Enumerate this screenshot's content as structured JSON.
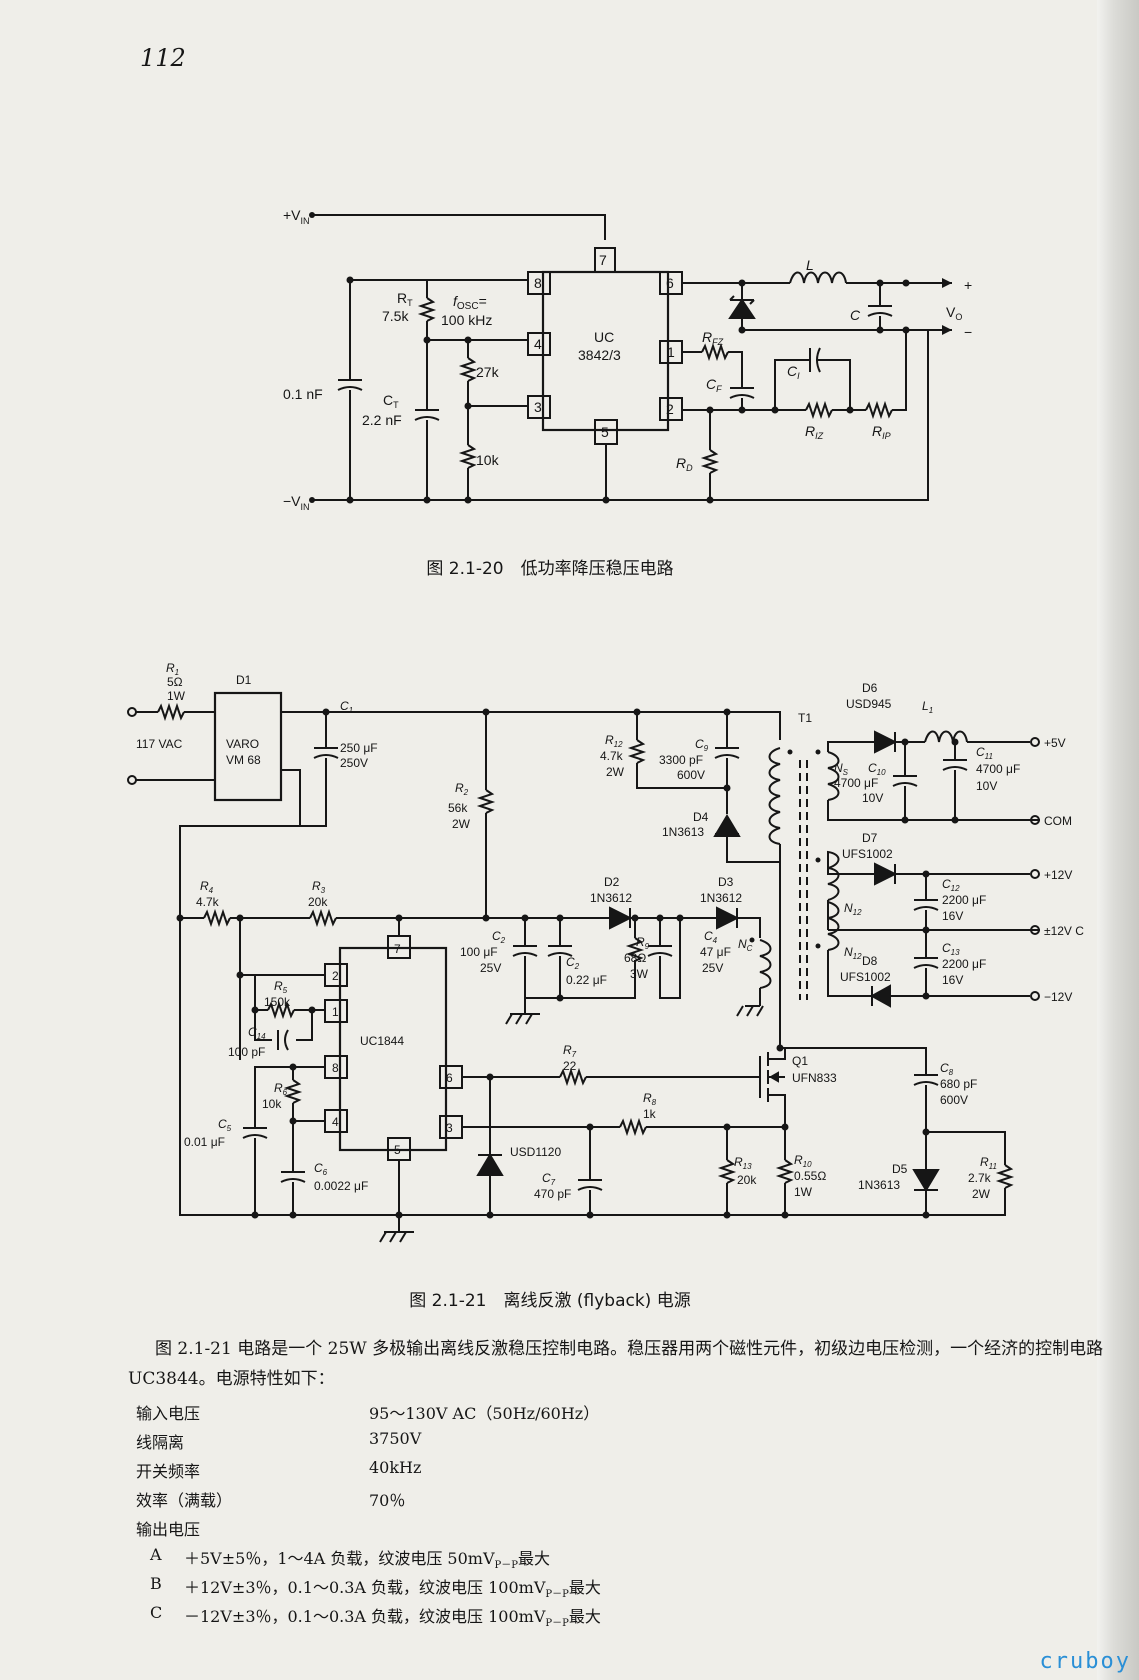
{
  "page_number": "112",
  "figure1": {
    "caption": "图 2.1-20　低功率降压稳压电路",
    "labels": {
      "vin_pos": "+V",
      "vin_neg": "−V",
      "vin_sub": "IN",
      "rt": "R",
      "rt_sub": "T",
      "rt_val": "7.5k",
      "fosc_line1": "f",
      "fosc_sub": "OSC",
      "fosc_eq": "=",
      "fosc_line2": "100 kHz",
      "c01": "0.1 nF",
      "ct": "C",
      "ct_sub": "T",
      "ct_val": "2.2 nF",
      "r27": "27k",
      "r10": "10k",
      "ic_line1": "UC",
      "ic_line2": "3842/3",
      "pin7": "7",
      "pin8": "8",
      "pin4": "4",
      "pin3": "3",
      "pin5": "5",
      "pin6": "6",
      "pin1": "1",
      "pin2": "2",
      "l": "L",
      "c": "C",
      "vo": "V",
      "vo_sub": "O",
      "plus": "+",
      "minus": "−",
      "rfz": "R",
      "rfz_sub": "FZ",
      "cf": "C",
      "cf_sub": "F",
      "ci": "C",
      "ci_sub": "I",
      "riz": "R",
      "riz_sub": "IZ",
      "rip": "R",
      "rip_sub": "IP",
      "rd": "R",
      "rd_sub": "D"
    }
  },
  "figure2": {
    "caption": "图 2.1-21　离线反激 (flyback) 电源",
    "labels": {
      "r1": "R",
      "r1_sub": "1",
      "r1_val1": "5Ω",
      "r1_val2": "1W",
      "ac": "117 VAC",
      "d1": "D1",
      "d1_line1": "VARO",
      "d1_line2": "VM 68",
      "c1": "C",
      "c1_sub": "1",
      "c1_val1": "250 μF",
      "c1_val2": "250V",
      "r2": "R",
      "r2_sub": "2",
      "r2_val1": "56k",
      "r2_val2": "2W",
      "r12": "R",
      "r12_sub": "12",
      "r12_val1": "4.7k",
      "r12_val2": "2W",
      "c9": "C",
      "c9_sub": "9",
      "c9_val1": "3300 pF",
      "c9_val2": "600V",
      "d4": "D4",
      "d4_val": "1N3613",
      "t1": "T1",
      "ns": "N",
      "ns_sub": "S",
      "d6": "D6",
      "d6_val": "USD945",
      "l1": "L",
      "l1_sub": "1",
      "c10": "C",
      "c10_sub": "10",
      "c10_val1": "4700 μF",
      "c10_val2": "10V",
      "c11": "C",
      "c11_sub": "11",
      "c11_val1": "4700 μF",
      "c11_val2": "10V",
      "out_5v": "+5V",
      "out_com": "COM",
      "d7": "D7",
      "d7_val": "UFS1002",
      "out_12v": "+12V",
      "n12a": "N",
      "n12a_sub": "12",
      "n12b": "N",
      "n12b_sub": "12",
      "c12": "C",
      "c12_sub": "12",
      "c12_val1": "2200 μF",
      "c12_val2": "16V",
      "out_pm12": "±12V C",
      "c13": "C",
      "c13_sub": "13",
      "c13_val1": "2200 μF",
      "c13_val2": "16V",
      "d8": "D8",
      "d8_val": "UFS1002",
      "out_m12": "−12V",
      "r4": "R",
      "r4_sub": "4",
      "r4_val": "4.7k",
      "r3": "R",
      "r3_sub": "3",
      "r3_val": "20k",
      "d2": "D2",
      "d2_val": "1N3612",
      "d3": "D3",
      "d3_val": "1N3612",
      "c2a": "C",
      "c2a_sub": "2",
      "c2a_val1": "100 μF",
      "c2a_val2": "25V",
      "c2b": "C",
      "c2b_sub": "2",
      "c2b_val": "0.22 μF",
      "r9": "R",
      "r9_sub": "9",
      "r9_val1": "68Ω",
      "r9_val2": "3W",
      "c4": "C",
      "c4_sub": "4",
      "c4_val1": "47 μF",
      "c4_val2": "25V",
      "nc": "N",
      "nc_sub": "C",
      "r5": "R",
      "r5_sub": "5",
      "r5_val": "150k",
      "c14": "C",
      "c14_sub": "14",
      "c14_val": "100 pF",
      "ic": "UC1844",
      "r6": "R",
      "r6_sub": "6",
      "r6_val": "10k",
      "c5": "C",
      "c5_sub": "5",
      "c5_val": "0.01 μF",
      "c6": "C",
      "c6_sub": "6",
      "c6_val": "0.0022 μF",
      "r7": "R",
      "r7_sub": "7",
      "r7_val": "22",
      "r8": "R",
      "r8_sub": "8",
      "r8_val": "1k",
      "usd": "USD1120",
      "c7": "C",
      "c7_sub": "7",
      "c7_val": "470 pF",
      "q1": "Q1",
      "q1_val": "UFN833",
      "r13": "R",
      "r13_sub": "13",
      "r13_val": "20k",
      "r10": "R",
      "r10_sub": "10",
      "r10_val1": "0.55Ω",
      "r10_val2": "1W",
      "c8": "C",
      "c8_sub": "8",
      "c8_val1": "680 pF",
      "c8_val2": "600V",
      "d5": "D5",
      "d5_val": "1N3613",
      "r11": "R",
      "r11_sub": "11",
      "r11_val1": "2.7k",
      "r11_val2": "2W",
      "p7": "7",
      "p2": "2",
      "p1": "1",
      "p8": "8",
      "p4": "4",
      "p5": "5",
      "p6": "6",
      "p3": "3"
    }
  },
  "paragraph": "图 2.1-21 电路是一个 25W 多极输出离线反激稳压控制电路。稳压器用两个磁性元件，初级边电压检测，一个经济的控制电路 UC3844。电源特性如下：",
  "specs": [
    {
      "label": "输入电压",
      "value": "95～130V AC（50Hz/60Hz）"
    },
    {
      "label": "线隔离",
      "value": "3750V"
    },
    {
      "label": "开关频率",
      "value": "40kHz"
    },
    {
      "label": "效率（满载）",
      "value": "70％"
    },
    {
      "label": "输出电压",
      "value": ""
    }
  ],
  "outputs": [
    {
      "letter": "A",
      "text": "＋5V±5％，1～4A 负载，纹波电压 50mV",
      "sub": "P－P",
      "tail": "最大"
    },
    {
      "letter": "B",
      "text": "＋12V±3％，0.1～0.3A 负载，纹波电压 100mV",
      "sub": "P－P",
      "tail": "最大"
    },
    {
      "letter": "C",
      "text": "－12V±3％，0.1～0.3A 负载，纹波电压 100mV",
      "sub": "P－P",
      "tail": "最大"
    }
  ],
  "watermark": "cruboy"
}
